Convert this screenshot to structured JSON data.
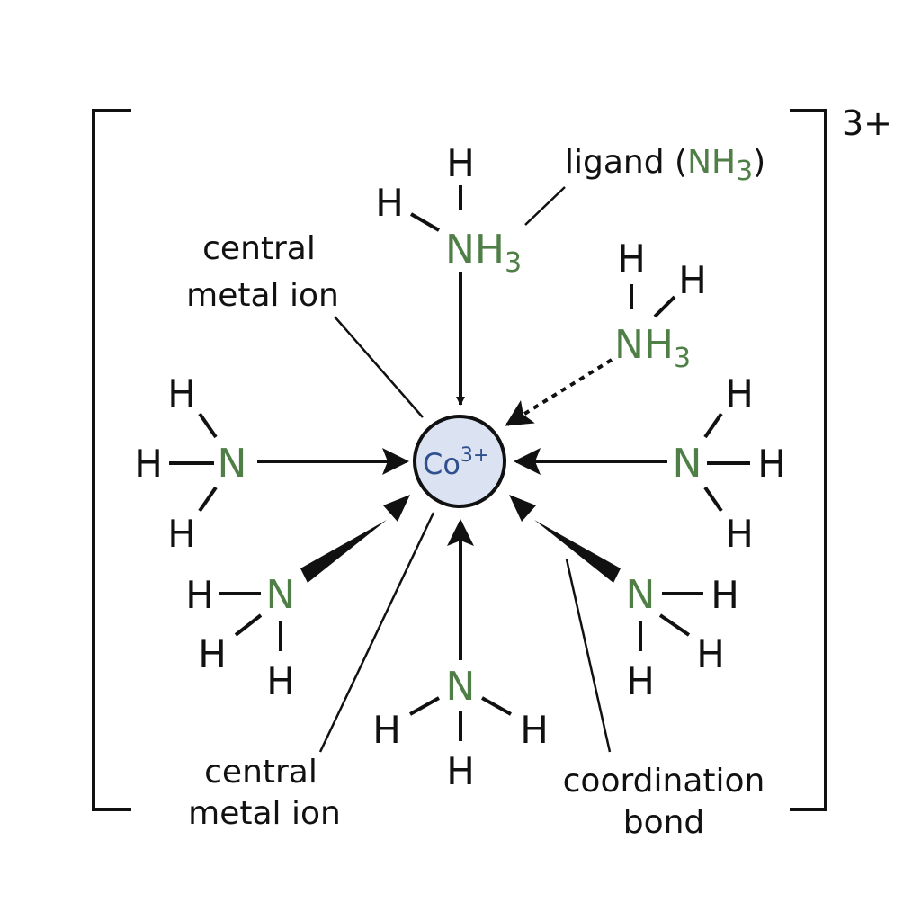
{
  "complex": {
    "charge": "3+",
    "metal_symbol": "Co",
    "metal_charge": "3+",
    "colors": {
      "nitrogen": "#4f7f46",
      "metal_text": "#2f4f8f",
      "metal_fill": "#dbe3f3",
      "stroke": "#111111"
    }
  },
  "atoms": {
    "hydrogen": "H",
    "nitrogen": "N",
    "nh3_main": "NH",
    "nh3_sub": "3"
  },
  "labels": {
    "ligand_prefix": "ligand (",
    "ligand_formula": "NH",
    "ligand_sub": "3",
    "ligand_suffix": ")",
    "central_top_line1": "central",
    "central_top_line2": "metal ion",
    "central_bottom_line1": "central",
    "central_bottom_line2": "metal ion",
    "coordination_line1": "coordination",
    "coordination_line2": "bond"
  }
}
